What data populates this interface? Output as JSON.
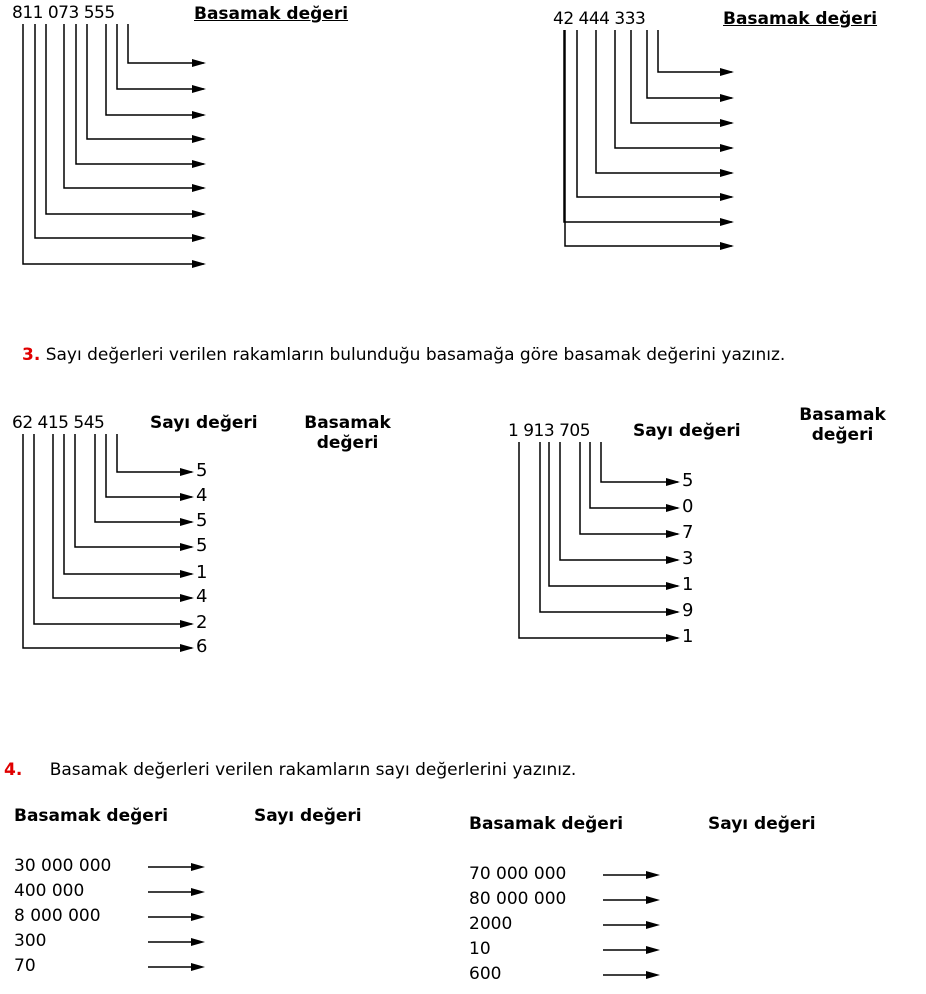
{
  "diagram1": {
    "number": "811 073 555",
    "header": "Basamak değeri"
  },
  "diagram2": {
    "number": "42 444 333",
    "header": "Basamak değeri"
  },
  "section3": {
    "number_label": "3.",
    "instruction": "Sayı değerleri verilen rakamların bulunduğu basamağa göre basamak değerini yazınız.",
    "left": {
      "number": "62 415 545",
      "header1": "Sayı değeri",
      "header2_line1": "Basamak",
      "header2_line2": "değeri",
      "digits": [
        "5",
        "4",
        "5",
        "5",
        "1",
        "4",
        "2",
        "6"
      ]
    },
    "right": {
      "number": "1 913 705",
      "header1": "Sayı değeri",
      "header2_line1": "Basamak",
      "header2_line2": "değeri",
      "digits": [
        "5",
        "0",
        "7",
        "3",
        "1",
        "9",
        "1"
      ]
    }
  },
  "section4": {
    "number_label": "4.",
    "instruction": "Basamak değerleri verilen rakamların sayı değerlerini yazınız.",
    "left": {
      "header1": "Basamak değeri",
      "header2": "Sayı değeri",
      "values": [
        "30 000 000",
        "400 000",
        "8 000 000",
        "300",
        "70"
      ]
    },
    "right": {
      "header1": "Basamak değeri",
      "header2": "Sayı değeri",
      "values": [
        "70 000 000",
        "80 000 000",
        "2000",
        "10",
        "600"
      ]
    }
  }
}
